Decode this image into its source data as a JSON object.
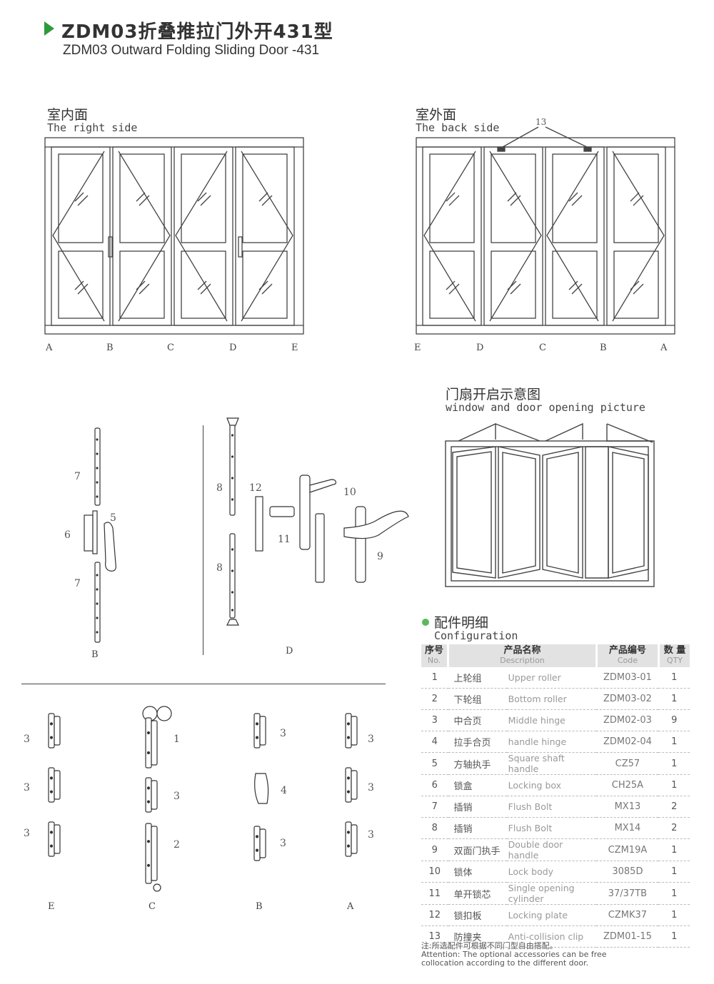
{
  "header": {
    "title_cn": "ZDM03折叠推拉门外开431型",
    "title_en": "ZDM03 Outward Folding Sliding Door -431"
  },
  "inner_view": {
    "label_cn": "室内面",
    "label_en": "The right side",
    "letters": [
      "A",
      "B",
      "C",
      "D",
      "E"
    ]
  },
  "outer_view": {
    "label_cn": "室外面",
    "label_en": "The back side",
    "callout": "13",
    "letters": [
      "E",
      "D",
      "C",
      "B",
      "A"
    ]
  },
  "opening": {
    "label_cn": "门扇开启示意图",
    "label_en": "window and door opening picture"
  },
  "hardware_b": {
    "letter": "B",
    "callouts": [
      "7",
      "6",
      "5",
      "7"
    ]
  },
  "hardware_d": {
    "letter": "D",
    "callouts": [
      "8",
      "12",
      "10",
      "11",
      "9",
      "8"
    ]
  },
  "hinges": {
    "letters": [
      "E",
      "C",
      "B",
      "A"
    ],
    "e_callouts": [
      "3",
      "3",
      "3"
    ],
    "c_callouts": [
      "1",
      "3",
      "2"
    ],
    "b_callouts": [
      "3",
      "4",
      "3"
    ],
    "a_callouts": [
      "3",
      "3",
      "3"
    ]
  },
  "config": {
    "title_cn": "配件明细",
    "title_en": "Configuration",
    "accent": "#5cb85c",
    "headers": [
      {
        "cn": "序号",
        "en": "No."
      },
      {
        "cn": "产品名称",
        "en": "Description"
      },
      {
        "cn": "产品编号",
        "en": "Code"
      },
      {
        "cn": "数 量",
        "en": "QTY"
      }
    ],
    "rows": [
      {
        "no": "1",
        "cn": "上轮组",
        "en": "Upper roller",
        "code": "ZDM03-01",
        "qty": "1"
      },
      {
        "no": "2",
        "cn": "下轮组",
        "en": "Bottom roller",
        "code": "ZDM03-02",
        "qty": "1"
      },
      {
        "no": "3",
        "cn": "中合页",
        "en": "Middle hinge",
        "code": "ZDM02-03",
        "qty": "9"
      },
      {
        "no": "4",
        "cn": "拉手合页",
        "en": "handle hinge",
        "code": "ZDM02-04",
        "qty": "1"
      },
      {
        "no": "5",
        "cn": "方轴执手",
        "en": "Square shaft handle",
        "code": "CZ57",
        "qty": "1"
      },
      {
        "no": "6",
        "cn": "锁盒",
        "en": "Locking box",
        "code": "CH25A",
        "qty": "1"
      },
      {
        "no": "7",
        "cn": "插销",
        "en": "Flush Bolt",
        "code": "MX13",
        "qty": "2"
      },
      {
        "no": "8",
        "cn": "插销",
        "en": "Flush Bolt",
        "code": "MX14",
        "qty": "2"
      },
      {
        "no": "9",
        "cn": "双面门执手",
        "en": "Double door handle",
        "code": "CZM19A",
        "qty": "1"
      },
      {
        "no": "10",
        "cn": "锁体",
        "en": "Lock body",
        "code": "3085D",
        "qty": "1"
      },
      {
        "no": "11",
        "cn": "单开锁芯",
        "en": "Single opening cylinder",
        "code": "37/37TB",
        "qty": "1"
      },
      {
        "no": "12",
        "cn": "锁扣板",
        "en": "Locking plate",
        "code": "CZMK37",
        "qty": "1"
      },
      {
        "no": "13",
        "cn": "防撞夹",
        "en": "Anti-collision clip",
        "code": "ZDM01-15",
        "qty": "1"
      }
    ],
    "note_cn": "注:所选配件可根据不同门型自由搭配。",
    "note_en_1": "Attention: The optional accessories can be free",
    "note_en_2": "collocation according to the different door."
  }
}
